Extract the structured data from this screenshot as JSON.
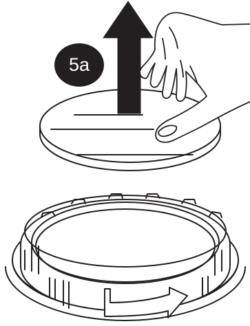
{
  "step": {
    "label": "5a"
  },
  "illustration": {
    "stroke_color": "#231f20",
    "fill_color": "#ffffff",
    "badge_color": "#231f20",
    "icons": [
      "up-arrow-icon",
      "hand-icon",
      "filter-disc",
      "locking-ring"
    ]
  }
}
